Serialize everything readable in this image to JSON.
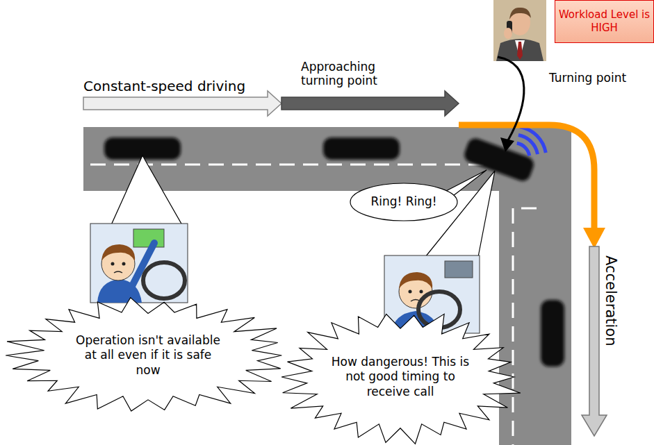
{
  "diagram": {
    "nodes": [
      {
        "text": [
          "Workload Level is HIGH"
        ]
      },
      {
        "text": [
          "Ring! Ring!"
        ]
      },
      {
        "text": [
          "Operation isn't available at all even if it is safe now"
        ]
      },
      {
        "text": [
          "How dangerous! This is not good timing to receive call"
        ]
      }
    ],
    "labels": [
      "Constant-speed driving",
      "Approaching turning point",
      "Turning point",
      "Acceleration"
    ]
  }
}
